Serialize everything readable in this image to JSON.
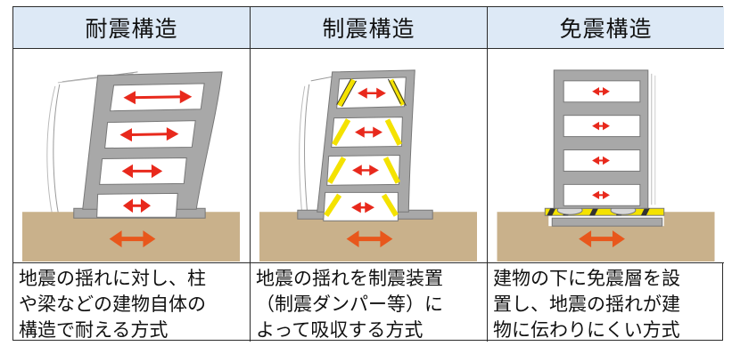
{
  "columns": [
    {
      "title": "耐震構造",
      "description": "地震の揺れに対し、柱\nや梁などの建物自体の\n構造で耐える方式"
    },
    {
      "title": "制震構造",
      "description": "地震の揺れを制震装置\n（制震ダンパー等）に\nよって吸収する方式"
    },
    {
      "title": "免震構造",
      "description": "建物の下に免震層を設\n置し、地震の揺れが建\n物に伝わりにくい方式"
    }
  ],
  "colors": {
    "header_bg": "#dde9f6",
    "ground": "#c9b18b",
    "building": "#a8a8a8",
    "arrow": "#e8291c",
    "ground_arrow": "#e8571c",
    "damper": "#f4e200"
  }
}
